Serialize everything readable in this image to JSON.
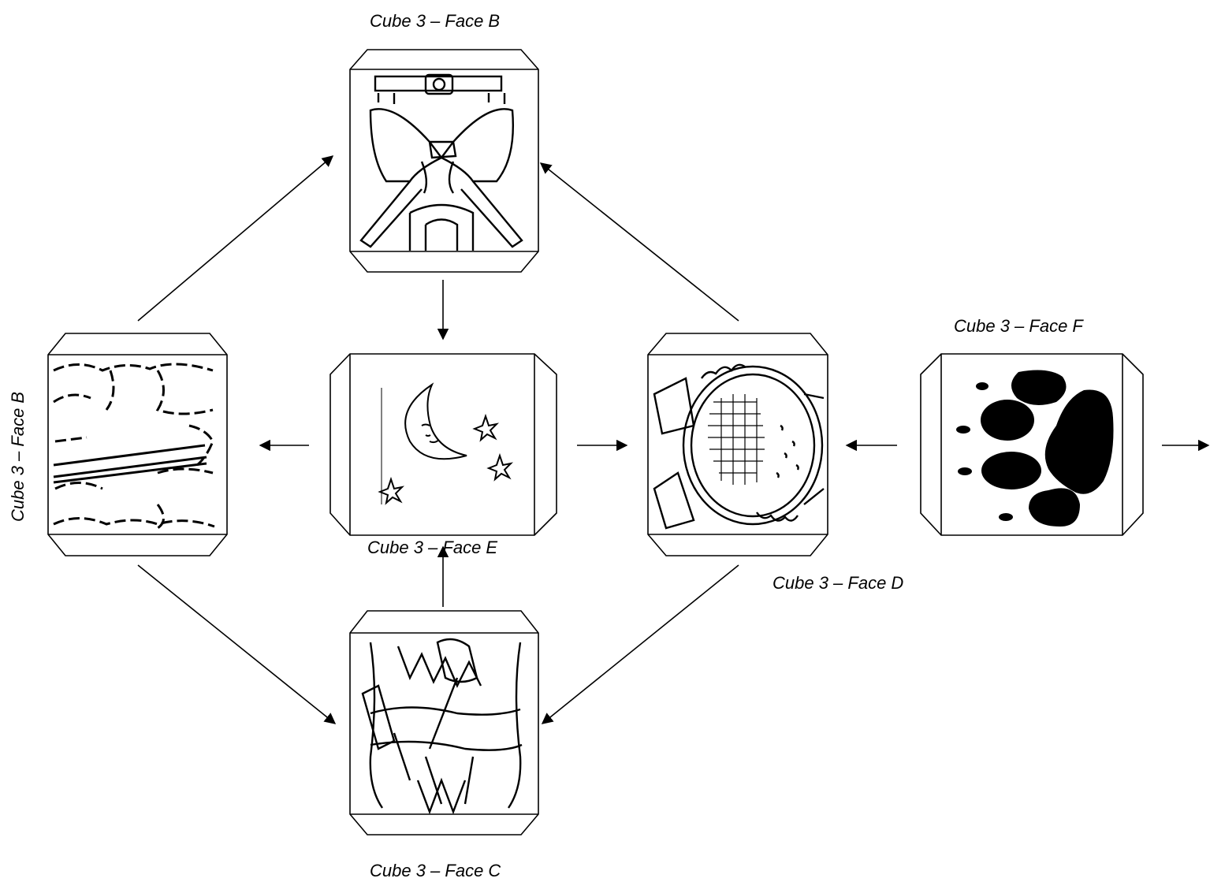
{
  "labels": {
    "top": "Cube 3 – Face B",
    "left_vertical": "Cube 3 – Face B",
    "center": "Cube 3 – Face E",
    "right_mid": "Cube 3 – Face D",
    "far_right": "Cube 3 – Face F",
    "bottom": "Cube 3 – Face C"
  },
  "faces": [
    {
      "id": "top-face",
      "picture": "belt-buckle-crossed-legs-drawing"
    },
    {
      "id": "left-face",
      "picture": "fur-and-stick-drawing"
    },
    {
      "id": "center-face",
      "picture": "moon-and-stars-drawing"
    },
    {
      "id": "right-face",
      "picture": "drum-with-beads-drawing"
    },
    {
      "id": "far-right-face",
      "picture": "paw-print"
    },
    {
      "id": "bottom-face",
      "picture": "arms-crossed-holding-axe-drawing"
    }
  ],
  "colors": {
    "line": "#000000",
    "background": "#ffffff"
  }
}
